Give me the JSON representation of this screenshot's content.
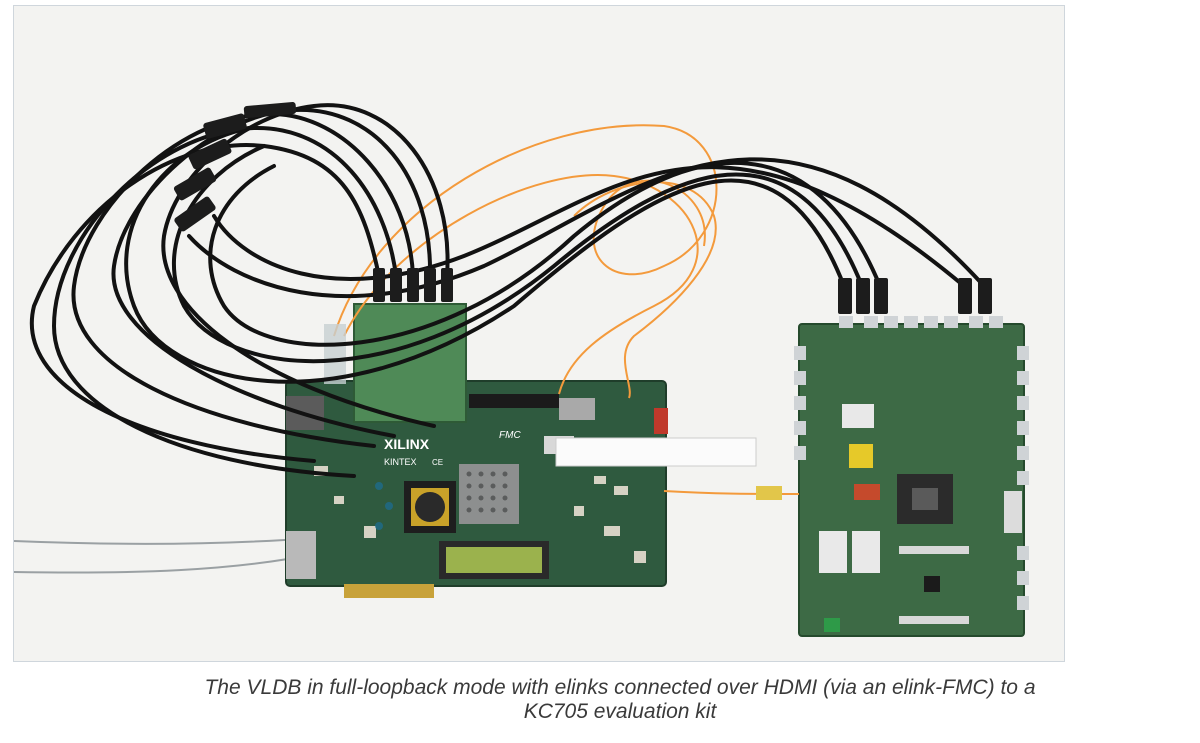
{
  "figure": {
    "board_labels": {
      "vendor": "XILINX",
      "family": "KINTEX",
      "fmc": "FMC",
      "ce_mark": "CE"
    }
  },
  "caption": {
    "line1": "The VLDB in full-loopback mode with elinks connected over HDMI (via an elink-FMC) to a",
    "line2": "KC705 evaluation kit"
  }
}
